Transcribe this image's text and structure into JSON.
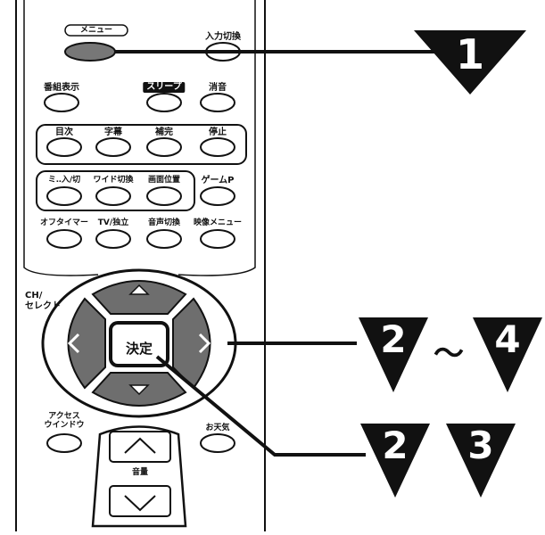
{
  "remote": {
    "menu_label": "メニュー",
    "input_switch_label": "入力切換",
    "program_display_label": "番組表示",
    "sleep_label": "スリープ",
    "mute_label": "消音",
    "toc_label": "目次",
    "subtitle_label": "字幕",
    "supplement_label": "補完",
    "stop_label": "停止",
    "caption_onoff_label": "ミ‥入/切",
    "wide_switch_label": "ワイド切換",
    "screen_position_label": "画面位置",
    "game_p_label": "ゲームP",
    "off_timer_label": "オフタイマー",
    "tv_dual_label": "TV/独立",
    "audio_switch_label": "音声切換",
    "picture_menu_label": "映像メニュー",
    "ch_select_label": "CH/\nセレクト",
    "enter_label": "決定",
    "access_window_label": "アクセス\nウインドウ",
    "weather_label": "お天気",
    "volume_label": "音量"
  },
  "callouts": {
    "step1": "1",
    "step2a": "2",
    "tilde": "～",
    "step4": "4",
    "step2b": "2",
    "step3": "3"
  },
  "colors": {
    "ink": "#111111",
    "paper": "#ffffff",
    "key_fill": "#ffffff",
    "dpad_fill": "#6e6e6e"
  }
}
